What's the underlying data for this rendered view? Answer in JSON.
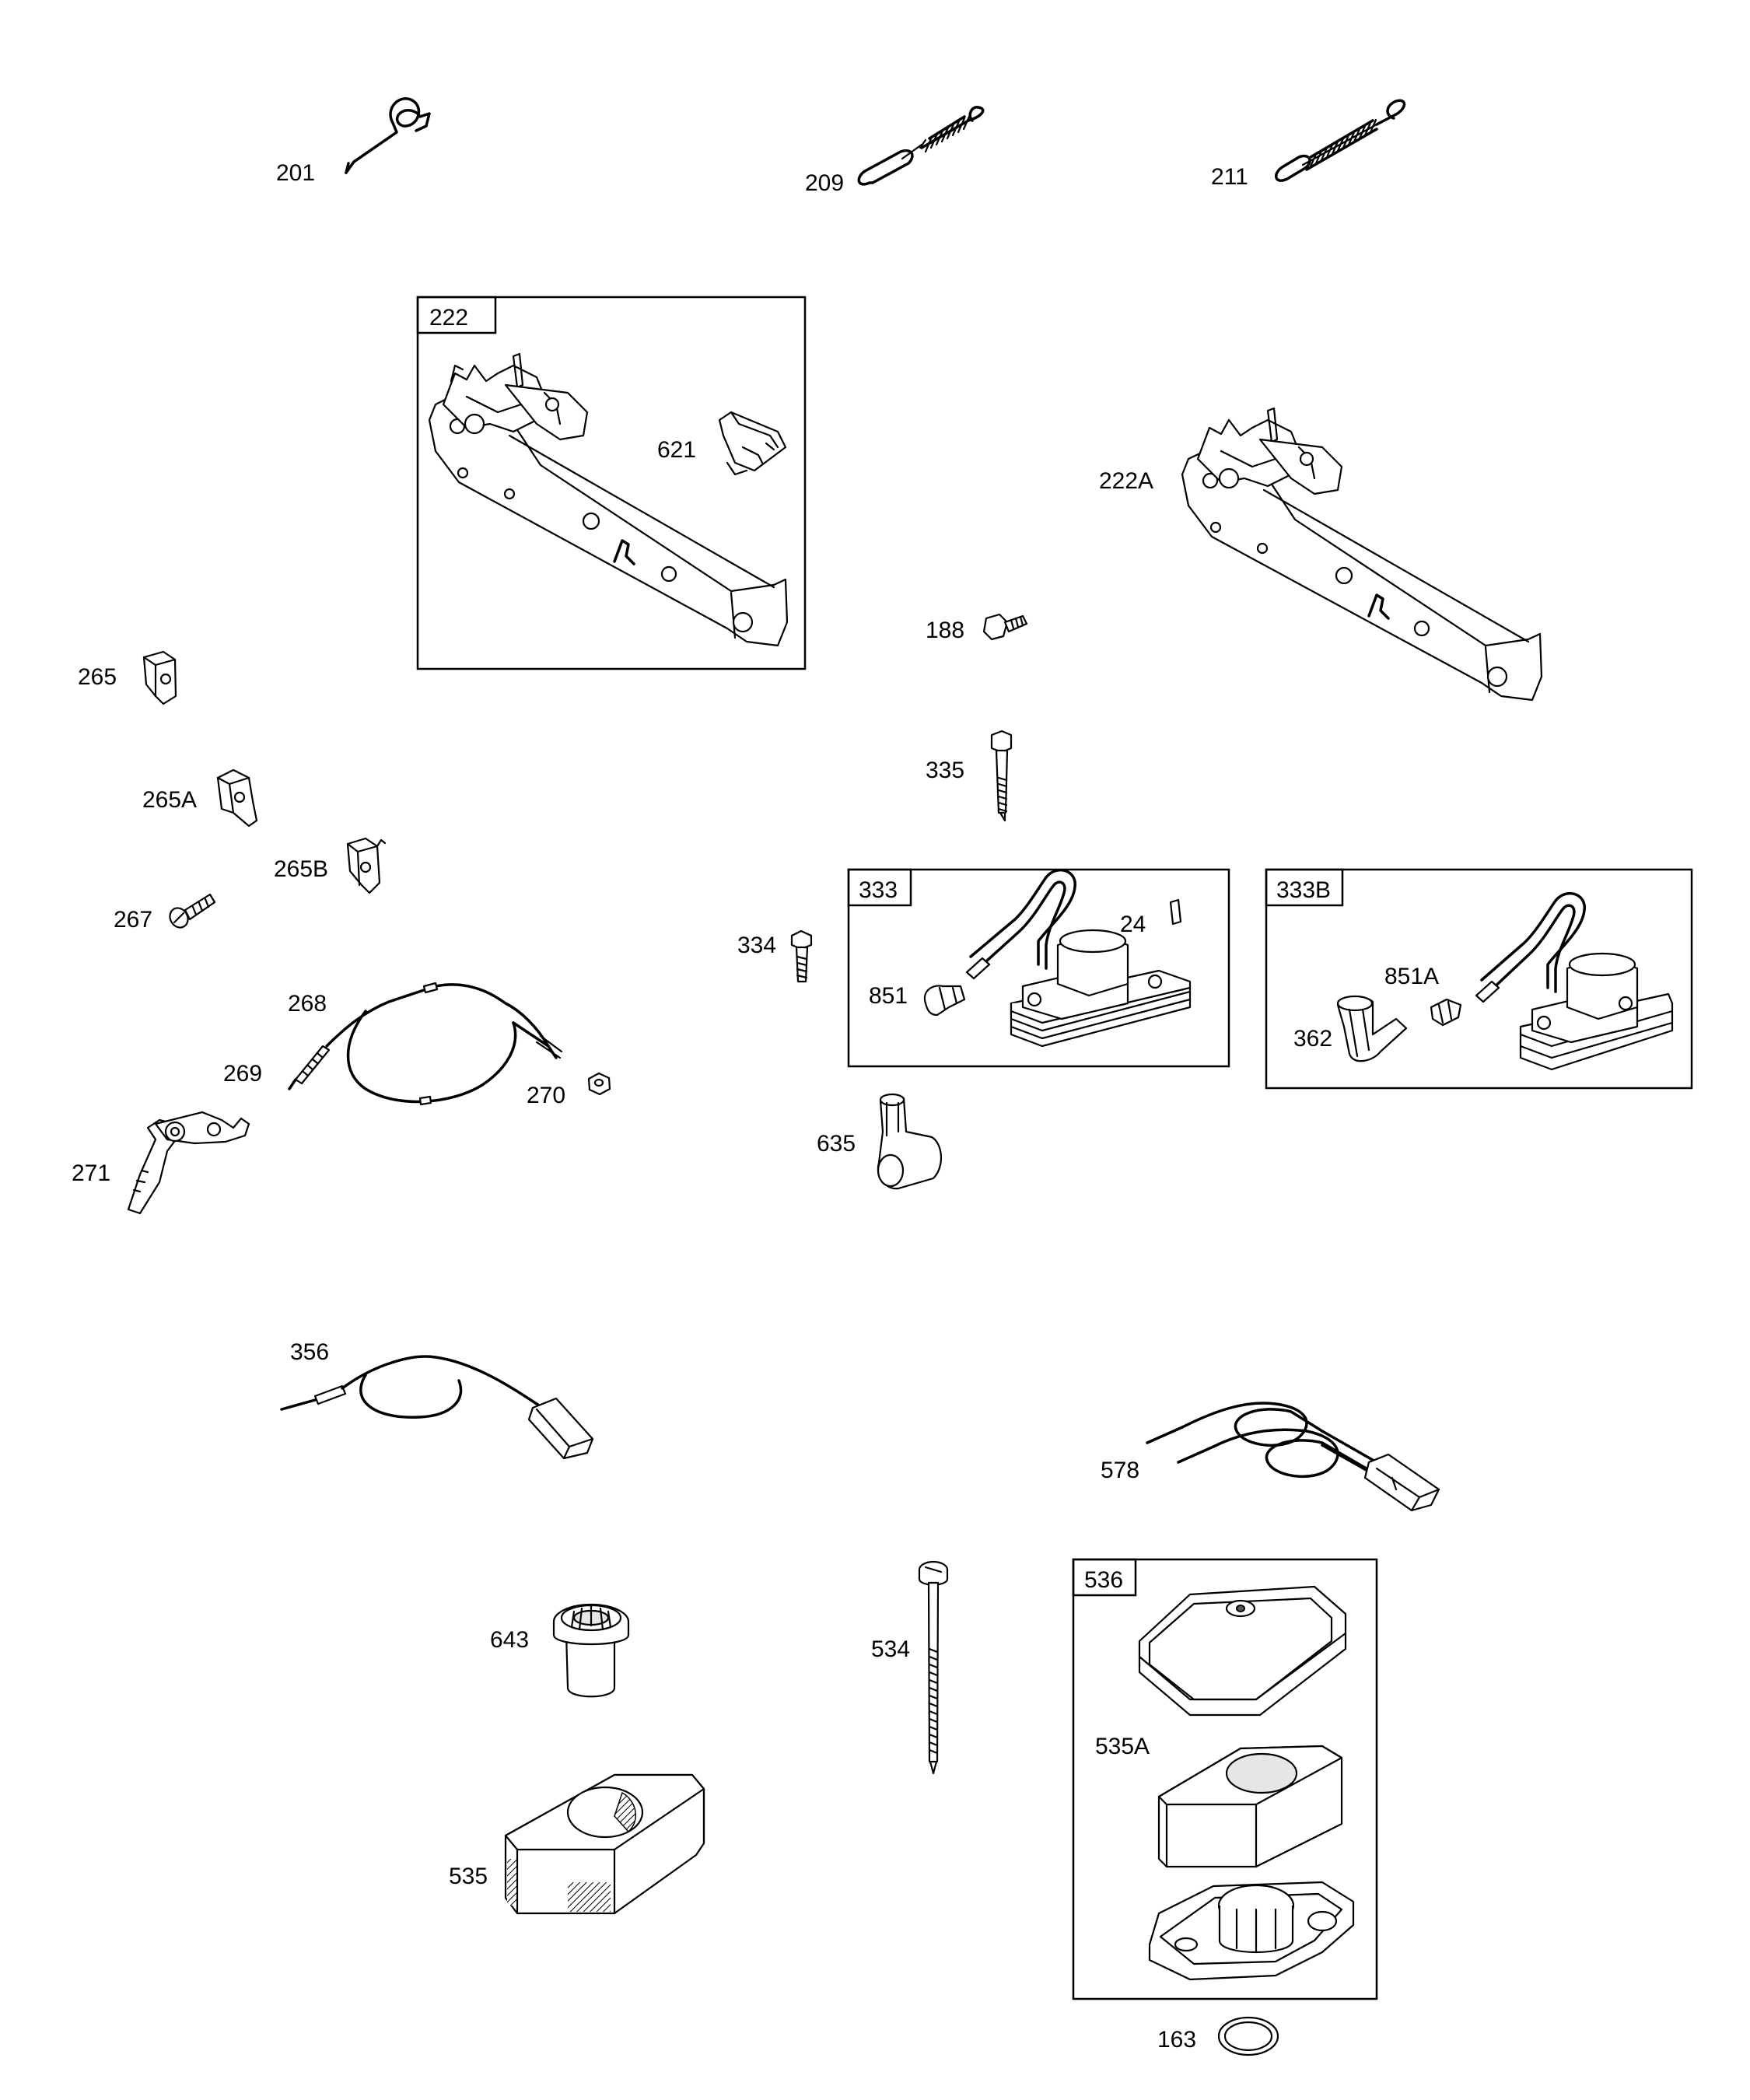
{
  "labels": {
    "p201": "201",
    "p209": "209",
    "p211": "211",
    "p222": "222",
    "p621": "621",
    "p222A": "222A",
    "p188": "188",
    "p265": "265",
    "p265A": "265A",
    "p265B": "265B",
    "p267": "267",
    "p268": "268",
    "p269": "269",
    "p270": "270",
    "p271": "271",
    "p335": "335",
    "p334": "334",
    "p333": "333",
    "p24": "24",
    "p851": "851",
    "p333B": "333B",
    "p851A": "851A",
    "p362": "362",
    "p635": "635",
    "p356": "356",
    "p578": "578",
    "p643": "643",
    "p534": "534",
    "p536": "536",
    "p535A": "535A",
    "p535": "535",
    "p163": "163"
  }
}
